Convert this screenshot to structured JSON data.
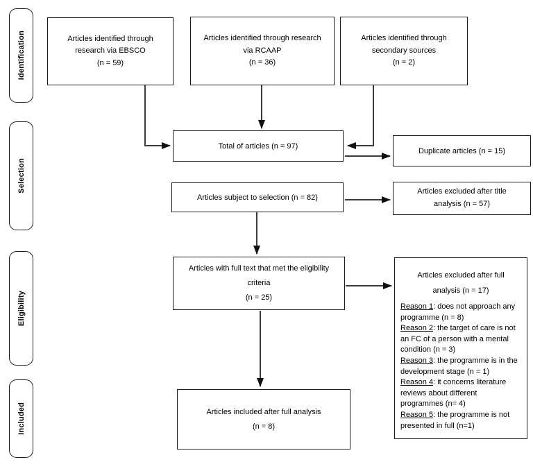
{
  "diagram_type": "prisma-flow",
  "colors": {
    "background": "#ffffff",
    "box_border": "#1a1a1a",
    "text": "#000000",
    "arrow": "#3a3a3a"
  },
  "sidebar_stages": [
    {
      "id": "identification",
      "label": "Identification"
    },
    {
      "id": "selection",
      "label": "Selection"
    },
    {
      "id": "eligibility",
      "label": "Eligibility"
    },
    {
      "id": "included",
      "label": "Included"
    }
  ],
  "flow_boxes": {
    "ebsco": "Articles identified through\nresearch via EBSCO\n(n = 59)",
    "rcaap": "Articles identified through research\nvia RCAAP\n(n = 36)",
    "secondary": "Articles identified through\nsecondary sources\n(n = 2)",
    "total": "Total of articles (n = 97)",
    "duplicate": "Duplicate articles (n = 15)",
    "selection": "Articles subject to selection (n = 82)",
    "title_excluded": "Articles excluded after title\nanalysis (n = 57)",
    "eligibility": "Articles with full text that met the eligibility\ncriteria\n(n = 25)",
    "included": "Articles included after full analysis\n(n = 8)"
  },
  "excluded_full": {
    "header": "Articles excluded after full\nanalysis (n = 17)",
    "reasons": [
      {
        "label": "Reason 1",
        "text": ": does not approach any programme (n = 8)"
      },
      {
        "label": "Reason 2",
        "text": ": the target of care is not an FC of a person with a mental condition (n = 3)"
      },
      {
        "label": "Reason 3",
        "text": ": the programme is in the development stage (n = 1)"
      },
      {
        "label": "Reason 4",
        "text": ": it concerns literature reviews about different programmes (n= 4)"
      },
      {
        "label": "Reason 5",
        "text": ": the programme is not presented in full (n=1)"
      }
    ]
  }
}
